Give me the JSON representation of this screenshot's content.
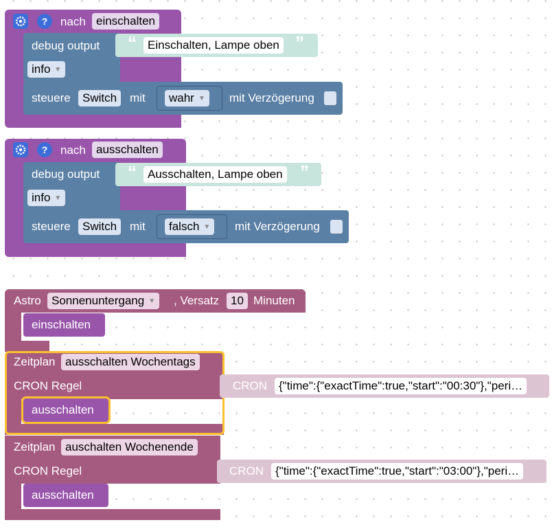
{
  "block1": {
    "nach": "nach",
    "event": "einschalten",
    "debug_label": "debug output",
    "quote_open": "“",
    "quote_close": "”",
    "debug_text": "Einschalten, Lampe oben",
    "level": "info",
    "steuere": "steuere",
    "device": "Switch",
    "mit": "mit",
    "value": "wahr",
    "delay_label": "mit Verzögerung"
  },
  "block2": {
    "nach": "nach",
    "event": "ausschalten",
    "debug_label": "debug output",
    "quote_open": "“",
    "quote_close": "”",
    "debug_text": "Ausschalten, Lampe oben",
    "level": "info",
    "steuere": "steuere",
    "device": "Switch",
    "mit": "mit",
    "value": "falsch",
    "delay_label": "mit Verzögerung"
  },
  "astro": {
    "label": "Astro",
    "event": "Sonnenuntergang",
    "versatz_label": ", Versatz",
    "offset": "10",
    "unit": "Minuten",
    "call": "einschalten"
  },
  "schedule1": {
    "label": "Zeitplan",
    "name": "ausschalten Wochentags",
    "cron_label": "CRON Regel",
    "cron_tag": "CRON",
    "cron_value": "{\"time\":{\"exactTime\":true,\"start\":\"00:30\"},\"peri…",
    "call": "ausschalten"
  },
  "schedule2": {
    "label": "Zeitplan",
    "name": "auschalten Wochenende",
    "cron_label": "CRON Regel",
    "cron_tag": "CRON",
    "cron_value": "{\"time\":{\"exactTime\":true,\"start\":\"03:00\"},\"peri…",
    "call": "ausschalten"
  },
  "help_glyph": "?",
  "dropdown_arrow": "▼",
  "colors": {
    "function_block": "#9955aa",
    "debug_block": "#5b80a5",
    "text_block": "#c7e4dd",
    "trigger_block": "#a55b80",
    "selection_highlight": "#fbc02d",
    "icon_blue": "#3d6dd8"
  },
  "icons": {
    "settings": "gear-icon",
    "help": "help-icon"
  }
}
